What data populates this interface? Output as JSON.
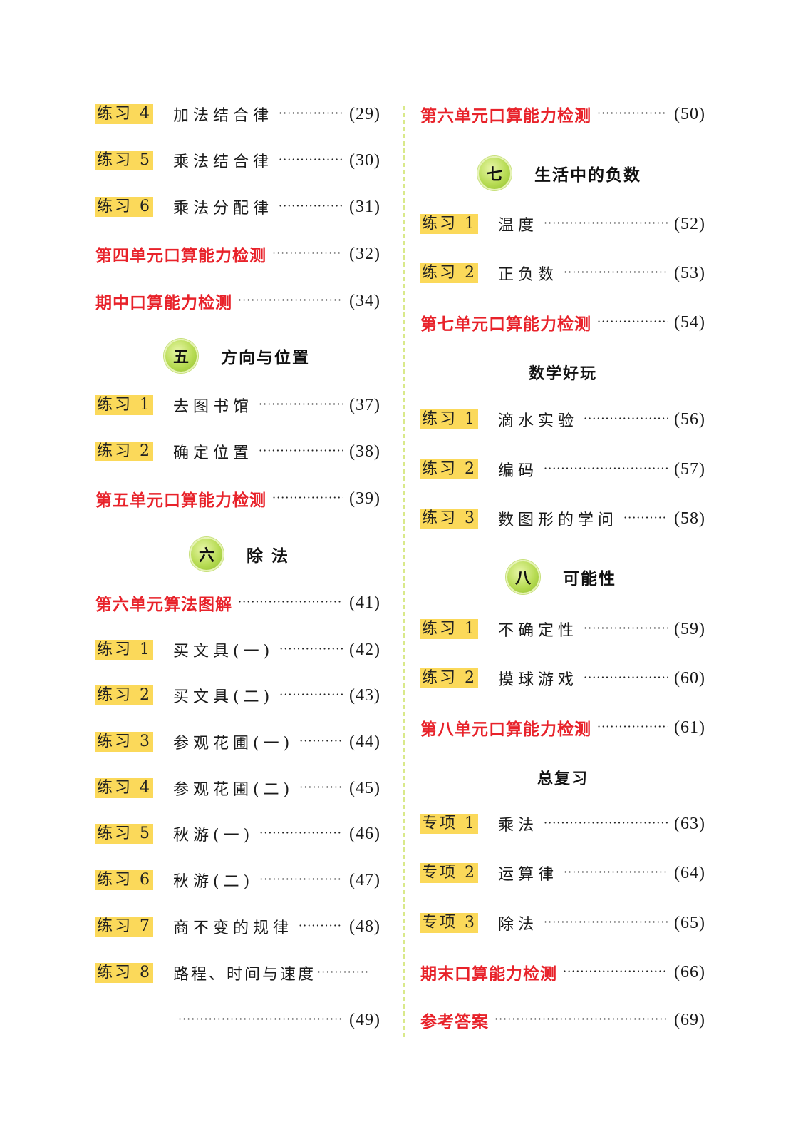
{
  "left": {
    "items": [
      {
        "tag": "练习 4",
        "title": "加法结合律",
        "page": "(29)"
      },
      {
        "tag": "练习 5",
        "title": "乘法结合律",
        "page": "(30)"
      },
      {
        "tag": "练习 6",
        "title": "乘法分配律",
        "page": "(31)"
      },
      {
        "red": "第四单元口算能力检测",
        "page": "(32)"
      },
      {
        "red": "期中口算能力检测",
        "page": "(34)"
      }
    ],
    "unit5": {
      "badge": "五",
      "title": "方向与位置"
    },
    "unit5_items": [
      {
        "tag": "练习 1",
        "title": "去图书馆",
        "page": "(37)"
      },
      {
        "tag": "练习 2",
        "title": "确定位置",
        "page": "(38)"
      },
      {
        "red": "第五单元口算能力检测",
        "page": "(39)"
      }
    ],
    "unit6": {
      "badge": "六",
      "title": "除 法"
    },
    "unit6_items": [
      {
        "red": "第六单元算法图解",
        "page": "(41)"
      },
      {
        "tag": "练习 1",
        "title": "买文具(一)",
        "page": "(42)"
      },
      {
        "tag": "练习 2",
        "title": "买文具(二)",
        "page": "(43)"
      },
      {
        "tag": "练习 3",
        "title": "参观花圃(一)",
        "page": "(44)"
      },
      {
        "tag": "练习 4",
        "title": "参观花圃(二)",
        "page": "(45)"
      },
      {
        "tag": "练习 5",
        "title": "秋游(一)",
        "page": "(46)"
      },
      {
        "tag": "练习 6",
        "title": "秋游(二)",
        "page": "(47)"
      },
      {
        "tag": "练习 7",
        "title": "商不变的规律",
        "page": "(48)"
      },
      {
        "tag": "练习 8",
        "title": "路程、时间与速度",
        "page": "(49)"
      }
    ]
  },
  "right": {
    "top_item": {
      "red": "第六单元口算能力检测",
      "page": "(50)"
    },
    "unit7": {
      "badge": "七",
      "title": "生活中的负数"
    },
    "unit7_items": [
      {
        "tag": "练习 1",
        "title": "温度",
        "page": "(52)"
      },
      {
        "tag": "练习 2",
        "title": "正负数",
        "page": "(53)"
      },
      {
        "red": "第七单元口算能力检测",
        "page": "(54)"
      }
    ],
    "fun_math": {
      "title": "数学好玩"
    },
    "fun_items": [
      {
        "tag": "练习 1",
        "title": "滴水实验",
        "page": "(56)"
      },
      {
        "tag": "练习 2",
        "title": "编码",
        "page": "(57)"
      },
      {
        "tag": "练习 3",
        "title": "数图形的学问",
        "page": "(58)"
      }
    ],
    "unit8": {
      "badge": "八",
      "title": "可能性"
    },
    "unit8_items": [
      {
        "tag": "练习 1",
        "title": "不确定性",
        "page": "(59)"
      },
      {
        "tag": "练习 2",
        "title": "摸球游戏",
        "page": "(60)"
      },
      {
        "red": "第八单元口算能力检测",
        "page": "(61)"
      }
    ],
    "review": {
      "title": "总复习"
    },
    "review_items": [
      {
        "tag": "专项 1",
        "title": "乘法",
        "page": "(63)"
      },
      {
        "tag": "专项 2",
        "title": "运算律",
        "page": "(64)"
      },
      {
        "tag": "专项 3",
        "title": "除法",
        "page": "(65)"
      },
      {
        "red": "期末口算能力检测",
        "page": "(66)"
      },
      {
        "red": "参考答案",
        "page": "(69)"
      }
    ]
  },
  "colors": {
    "red": "#e8222a",
    "tag_bg": "#fbd95a",
    "badge_green": "#b8dc55",
    "divider": "#d9e98a"
  }
}
